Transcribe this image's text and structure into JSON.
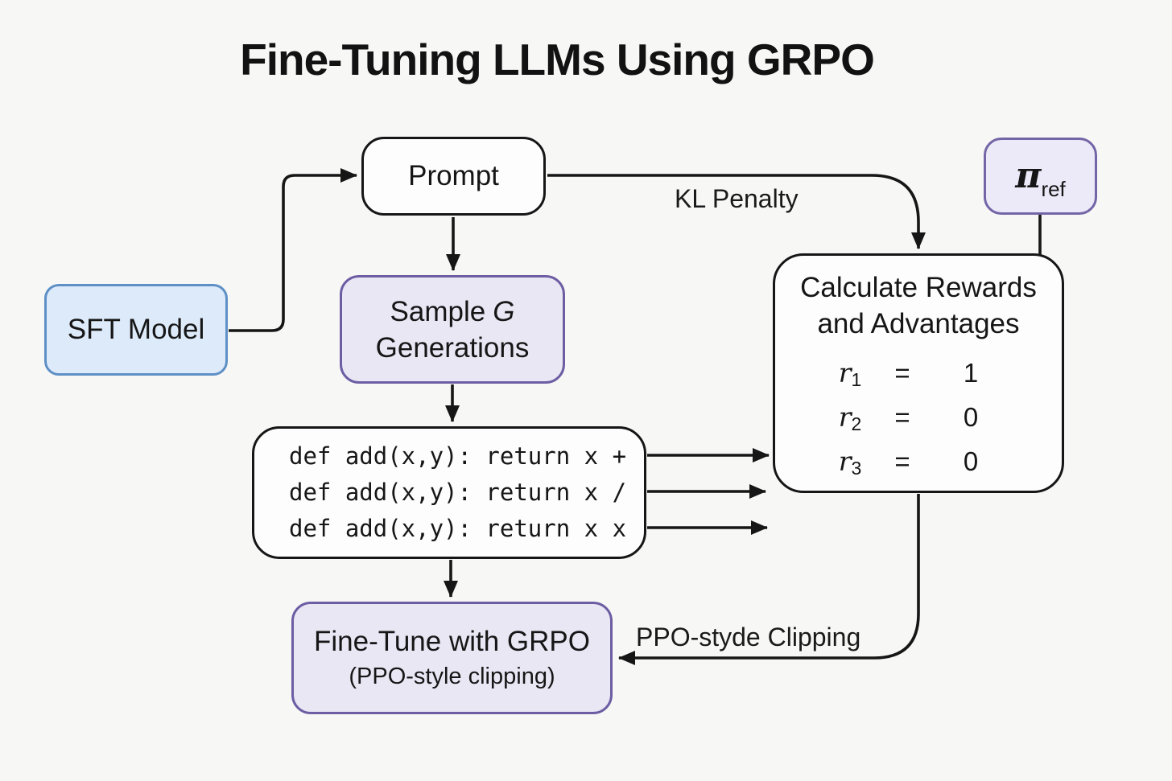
{
  "title": "Fine-Tuning LLMs Using GRPO",
  "colors": {
    "background": "#f7f7f6",
    "node_border_dark": "#161616",
    "node_fill_white": "#fdfdfd",
    "purple_border": "#6d5da3",
    "purple_fill": "#eae7f5",
    "pi_ref_fill": "#eceaf8",
    "blue_border": "#5e90c6",
    "blue_fill": "#ddeafa",
    "arrow": "#161616"
  },
  "nodes": {
    "sft_model": {
      "label": "SFT Model"
    },
    "prompt": {
      "label": "Prompt"
    },
    "pi_ref": {
      "symbol": "π",
      "subscript": "ref"
    },
    "sample_generations": {
      "line1_prefix": "Sample",
      "line1_var": "G",
      "line2": "Generations"
    },
    "generations_code": {
      "lines": [
        "def add(x,y): return x +",
        "def add(x,y): return x /",
        "def add(x,y): return x x"
      ]
    },
    "calc_rewards": {
      "title_line1": "Calculate Rewards",
      "title_line2": "and Advantages",
      "rewards": [
        {
          "var": "r",
          "sub": "1",
          "eq": "=",
          "value": "1"
        },
        {
          "var": "r",
          "sub": "2",
          "eq": "=",
          "value": "0"
        },
        {
          "var": "r",
          "sub": "3",
          "eq": "=",
          "value": "0"
        }
      ]
    },
    "fine_tune": {
      "line1": "Fine-Tune with GRPO",
      "line2": "(PPO-style clipping)"
    }
  },
  "edge_labels": {
    "kl_penalty": "KL Penalty",
    "ppo_clipping": "PPO-styde Clipping"
  }
}
